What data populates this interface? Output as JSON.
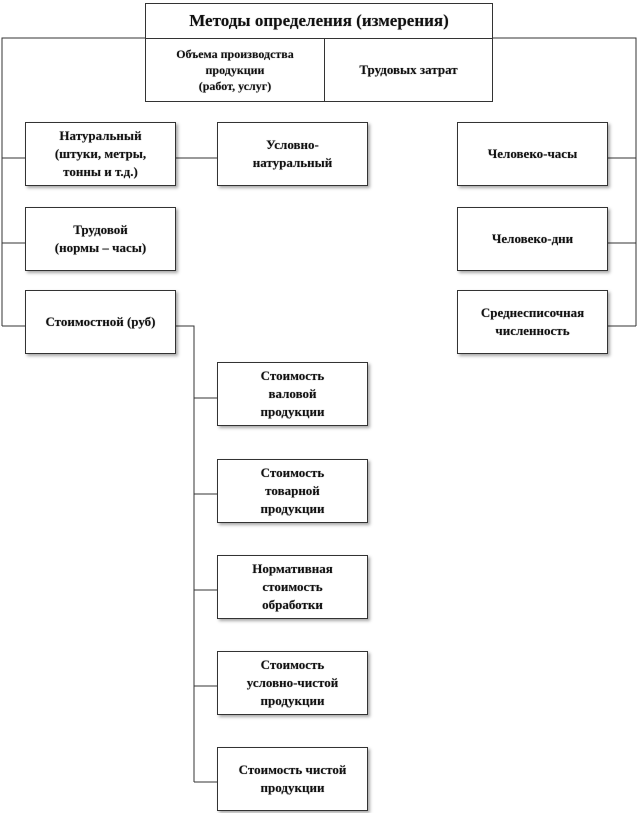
{
  "header": {
    "title": "Методы определения (измерения)",
    "volume_label": "Объема производства\nпродукции\n(работ, услуг)",
    "labor_label": "Трудовых  затрат"
  },
  "left": {
    "natural": "Натуральный\n(штуки,  метры,\nтонны и т.д.)",
    "conditional_natural": "Условно-\nнатуральный",
    "labor": "Трудовой\n(нормы – часы)",
    "cost": "Стоимостной (руб)"
  },
  "cost_items": [
    "Стоимость\nваловой\nпродукции",
    "Стоимость\nтоварной\nпродукции",
    "Нормативная\nстоимость\nобработки",
    "Стоимость\nусловно-чистой\nпродукции",
    "Стоимость чистой\nпродукции"
  ],
  "right": {
    "man_hours": "Человеко-часы",
    "man_days": "Человеко-дни",
    "avg_headcount": "Среднесписочная\nчисленность"
  }
}
